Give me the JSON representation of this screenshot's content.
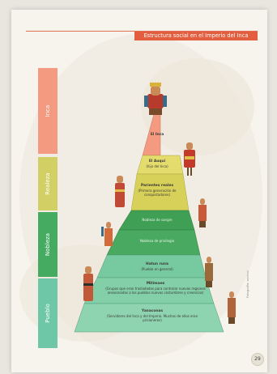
{
  "header": {
    "title": "Estructura social en el Imperio del Inca"
  },
  "side_bars": [
    {
      "label": "Inca",
      "color": "#f39a80"
    },
    {
      "label": "Realeza",
      "color": "#d2d064"
    },
    {
      "label": "Nobleza",
      "color": "#45ab61"
    },
    {
      "label": "Pueblo",
      "color": "#6ec7a6"
    }
  ],
  "tiers": [
    {
      "name": "El Inca",
      "desc": "",
      "color": "#f39a80"
    },
    {
      "name": "El Auqui",
      "desc": "(hijo del Inca)",
      "color": "#e4dd6e"
    },
    {
      "name": "Parientes reales",
      "desc": "(Primera generación de conquistadores)",
      "color": "#d8d159"
    },
    {
      "name": "Nobleza de sangre",
      "desc": "",
      "color": "#3f9f54"
    },
    {
      "name": "Nobleza de privilegio",
      "desc": "",
      "color": "#4aa960"
    },
    {
      "name": "Hatun runa",
      "desc": "(Pueblo en general)",
      "color": "#77c9a0"
    },
    {
      "name": "Mitimaes",
      "desc": "(Grupos que eran trasladados para controlar nuevas regiones anexionadas a los pueblos nuevas costumbres y creencias)",
      "color": "#83cfa8"
    },
    {
      "name": "Yanaconas",
      "desc": "(Servidores del Inca y del Imperio. Muchos de ellos eran prisioneros)",
      "color": "#8fd4b0"
    }
  ],
  "side_credit": "Fotografía: archivo",
  "page_number": "29"
}
